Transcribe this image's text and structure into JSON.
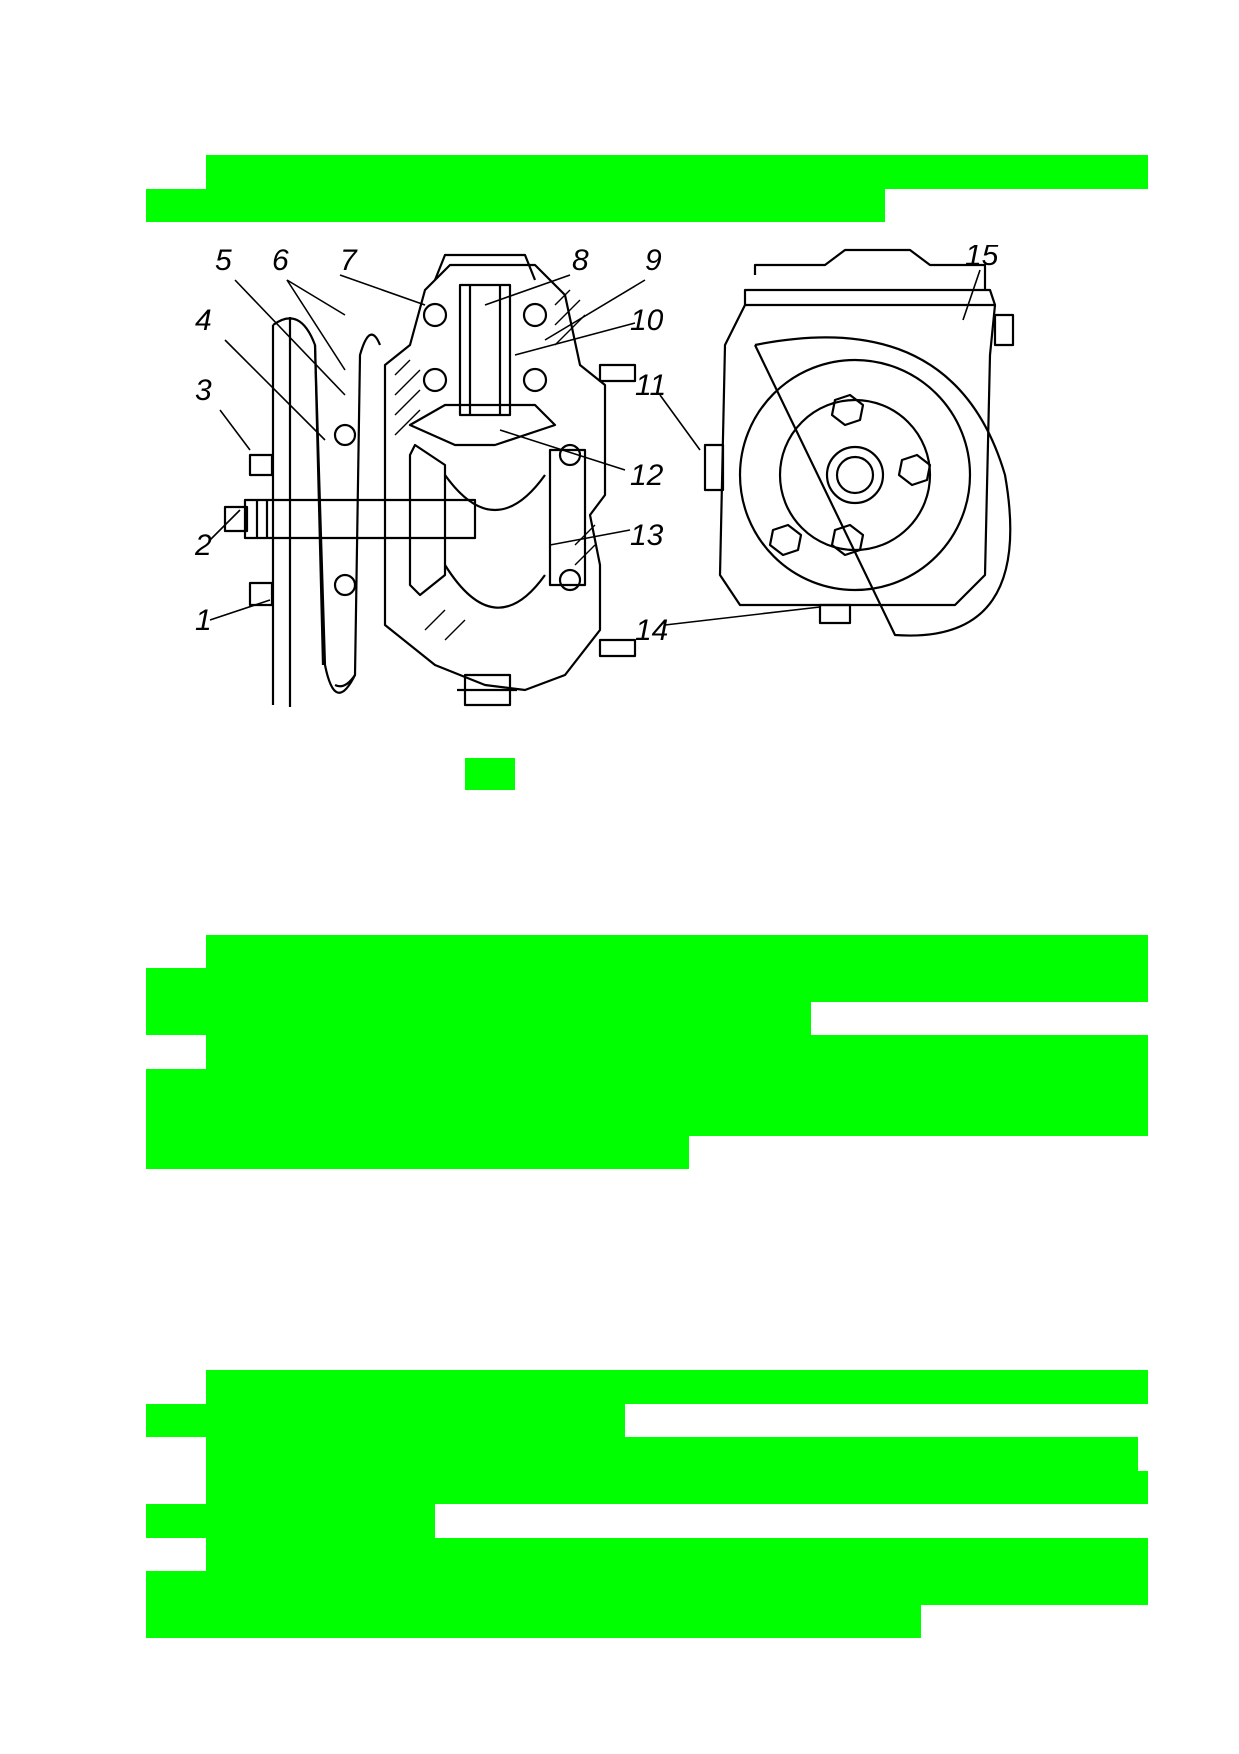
{
  "figure": {
    "callouts": [
      "1",
      "2",
      "3",
      "4",
      "5",
      "6",
      "7",
      "8",
      "9",
      "10",
      "11",
      "12",
      "13",
      "14",
      "15"
    ]
  },
  "colors": {
    "redaction": "#00ff00",
    "ink": "#000000",
    "paper": "#ffffff"
  }
}
